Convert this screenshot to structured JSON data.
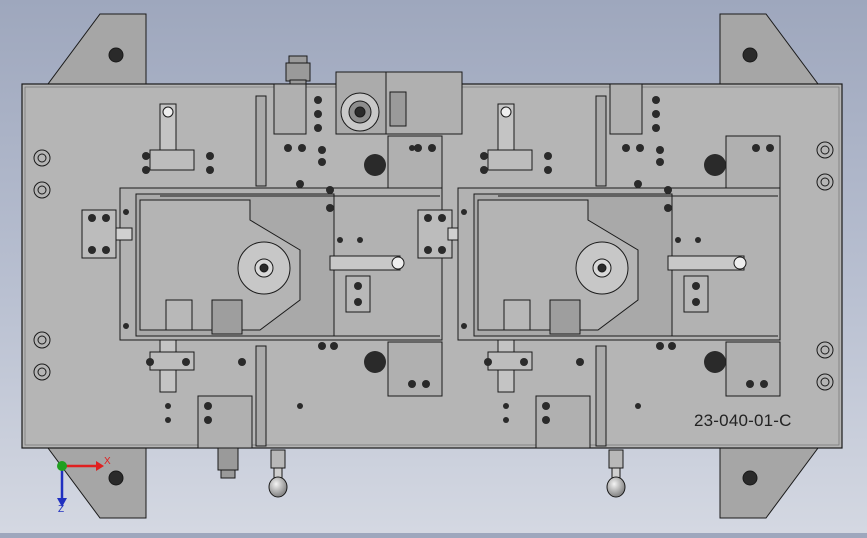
{
  "drawing": {
    "part_number": "23-040-01-C"
  },
  "triad": {
    "x_label": "X",
    "z_label": "Z",
    "x_color": "#e02020",
    "y_color": "#20a020",
    "z_color": "#2030c0"
  },
  "colors": {
    "plate": "#b5b5b5",
    "plate_dark": "#9a9a9a",
    "line": "#1a1a1a",
    "hole": "#2a2a2a"
  }
}
